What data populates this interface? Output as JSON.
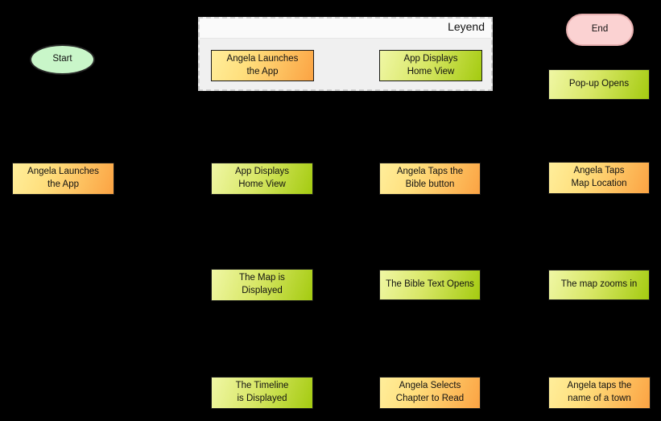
{
  "diagram": {
    "kind": "flowchart",
    "background_color": "#000000"
  },
  "legend": {
    "title": "Leyend",
    "items": [
      {
        "label": "Angela Launches\nthe App",
        "kind": "user-action",
        "color": "orange"
      },
      {
        "label": "App Displays\nHome View",
        "kind": "system-response",
        "color": "green"
      }
    ]
  },
  "terminators": {
    "start": {
      "label": "Start",
      "fill": "#c9f6c9"
    },
    "end": {
      "label": "End",
      "fill": "#fbd2d2"
    }
  },
  "colors": {
    "orange_gradient_start": "#ffee9b",
    "orange_gradient_end": "#fba343",
    "green_gradient_start": "#f0f7a5",
    "green_gradient_end": "#a4cb10",
    "start_fill": "#c9f6c9",
    "end_fill": "#fbd2d2",
    "legend_background": "#f0f0f0"
  },
  "nodes": [
    {
      "label": "Angela Launches\nthe App",
      "kind": "user-action"
    },
    {
      "label": "App Displays\nHome View",
      "kind": "system-response"
    },
    {
      "label": "Angela Taps the\nBible button",
      "kind": "user-action"
    },
    {
      "label": "Angela Taps\nMap Location",
      "kind": "user-action"
    },
    {
      "label": "The Map is\nDisplayed",
      "kind": "system-response"
    },
    {
      "label": "The Bible Text Opens",
      "kind": "system-response"
    },
    {
      "label": "The map zooms in",
      "kind": "system-response"
    },
    {
      "label": "The Timeline\nis Displayed",
      "kind": "system-response"
    },
    {
      "label": "Angela Selects\nChapter to Read",
      "kind": "user-action"
    },
    {
      "label": "Angela taps the\nname of a town",
      "kind": "user-action"
    },
    {
      "label": "Pop-up Opens",
      "kind": "system-response"
    }
  ]
}
